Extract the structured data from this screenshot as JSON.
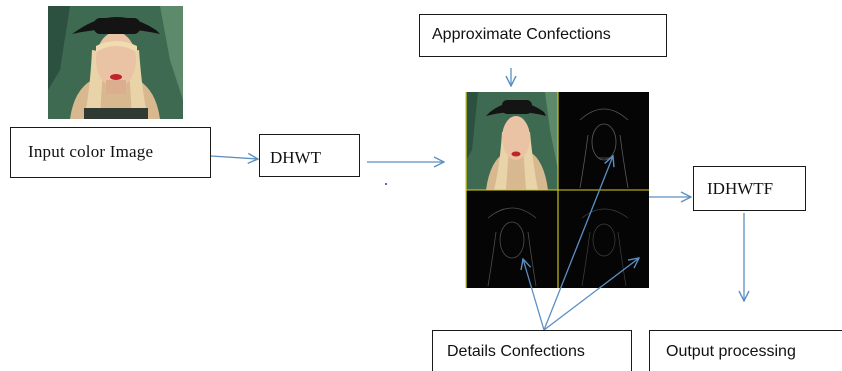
{
  "diagram": {
    "input_label": "Input color Image",
    "dhwt_label": "DHWT",
    "approx_label": "Approximate Confections",
    "idhwtf_label": "IDHWTF",
    "details_label": "Details Confections",
    "output_label": "Output processing"
  },
  "colors": {
    "arrow": "#5b8fc4",
    "grid_line": "#d8d020",
    "box_border": "#1a1a1a"
  }
}
